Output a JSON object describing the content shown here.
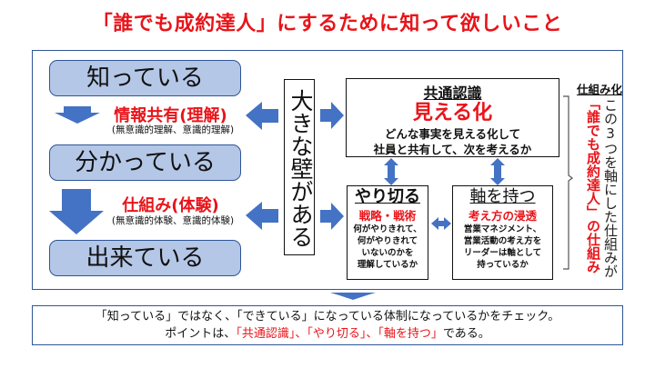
{
  "title": "「誰でも成約達人」にするために知って欲しいこと",
  "stages": [
    {
      "label": "知っている"
    },
    {
      "label": "分かっている"
    },
    {
      "label": "出来ている"
    }
  ],
  "transitions": [
    {
      "label": "情報共有(理解)",
      "sub": "(無意識的理解、意識的理解)"
    },
    {
      "label": "仕組み(体験)",
      "sub": "(無意識的体験、意識的体験)"
    }
  ],
  "wall": {
    "label": "大きな壁がある"
  },
  "common_recognition": {
    "heading": "共通認識",
    "keyword": "見える化",
    "desc_line1": "どんな事実を見える化して",
    "desc_line2": "社員と共有して、次を考えるか"
  },
  "follow_through": {
    "heading": "やり切る",
    "keyword": "戦略・戦術",
    "desc_lines": [
      "何がやりきれて、",
      "何がやりきれて",
      "いないのかを",
      "理解しているか"
    ]
  },
  "have_axis": {
    "heading": "軸を持つ",
    "keyword": "考え方の浸透",
    "desc_lines": [
      "営業マネジメント、",
      "営業活動の考え方を",
      "リーダーは軸として",
      "持っているか"
    ]
  },
  "systemization": {
    "heading": "仕組み化",
    "vertical_black": "この3つを軸にした仕組みが",
    "vertical_red": "「誰でも成約達人」の仕組み"
  },
  "summary": {
    "line1": "「知っている」ではなく、「できている」になっている体制になっているかをチェック。",
    "line2_prefix": "ポイントは、",
    "line2_highlight": "「共通認識」、「やり切る」、「軸を持つ」",
    "line2_suffix": "である。"
  },
  "colors": {
    "accent_red": "#e8141a",
    "arrow_blue": "#4472c4",
    "stage_fill": "#b4c7e7",
    "border_blue": "#2f5597"
  }
}
